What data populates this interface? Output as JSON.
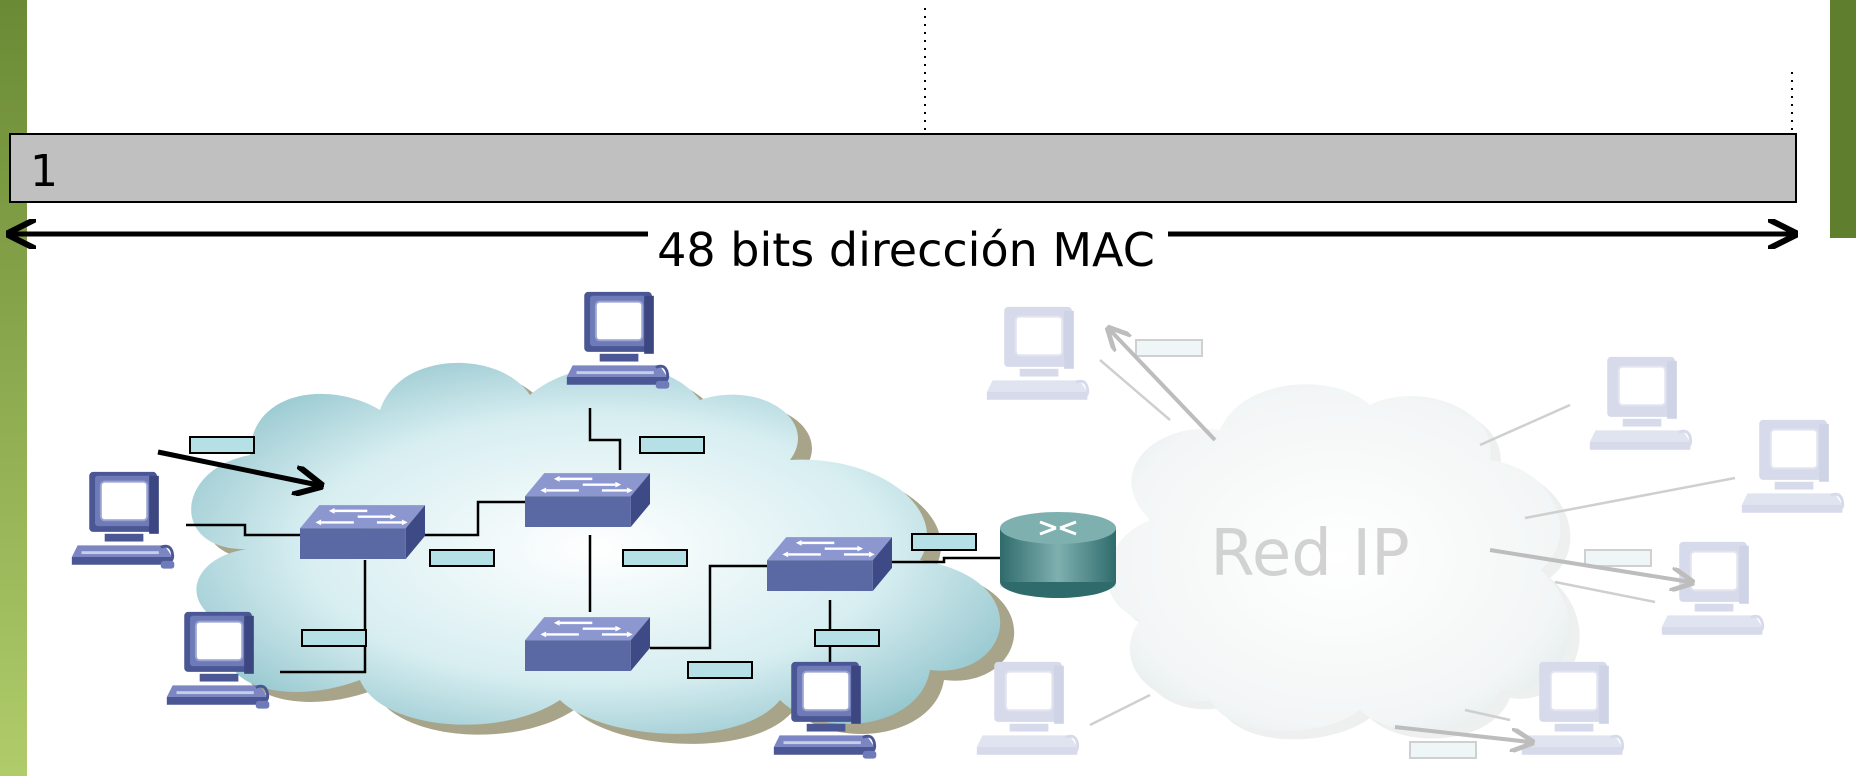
{
  "address_bar": {
    "first_bit": "1"
  },
  "mac_length_label": "48 bits dirección MAC",
  "ip_network_label": "Red IP",
  "colors": {
    "left_stripe": "#7f9b3f",
    "right_stripe": "#5f7f2f",
    "bar_fill": "#c0c0c0",
    "cloud_fill": "#bfe3e8",
    "device_blue": "#5a68a4",
    "tag_fill": "#b4e0e6",
    "faded_gray": "#c9c9c9"
  },
  "icons": {
    "pc": "desktop-computer-icon",
    "switch": "ethernet-switch-icon",
    "router": "router-icon",
    "cloud": "network-cloud-icon"
  }
}
